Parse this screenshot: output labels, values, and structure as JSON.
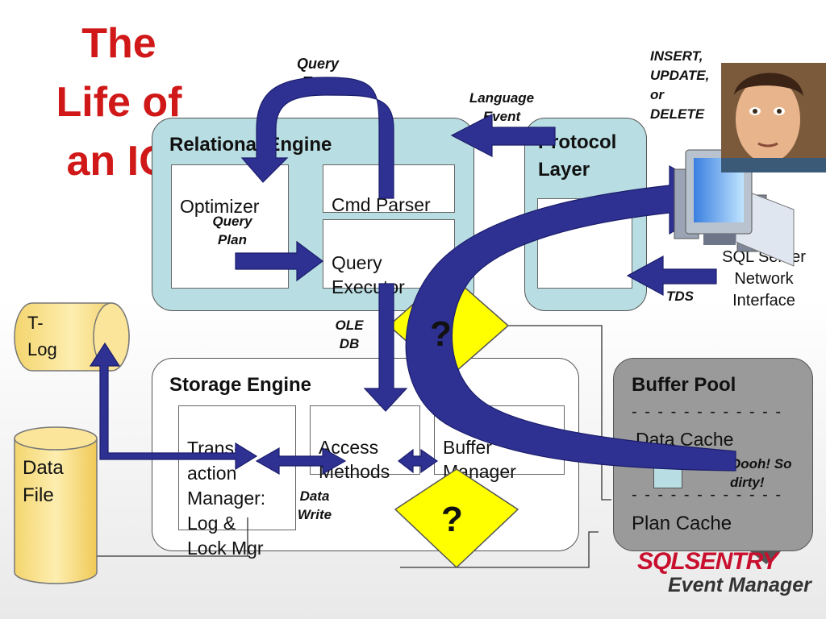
{
  "title": "The\nLife of\nan IO",
  "relational_engine": {
    "header": "Relational Engine",
    "optimizer": "Optimizer",
    "query_plan": "Query\nPlan",
    "cmd_parser": "Cmd Parser",
    "query_executor": "Query\nExecutor"
  },
  "protocol_layer": {
    "header": "Protocol\nLayer"
  },
  "storage_engine": {
    "header": "Storage Engine",
    "transaction_manager": "Trans-\naction\nManager:\nLog &\nLock Mgr",
    "access_methods": "Access\nMethods",
    "buffer_manager": "Buffer\nManager",
    "data_write": "Data\nWrite"
  },
  "buffer_pool": {
    "header": "Buffer Pool",
    "dashes": "- - - - - - - - - - - -",
    "data_cache": "Data Cache",
    "dirty_note": "Oooh! So\ndirty!",
    "plan_cache": "Plan Cache"
  },
  "labels": {
    "query_tree": "Query\nTree",
    "language_event": "Language\nEvent",
    "insert_update_delete": "INSERT,\nUPDATE,\nor\nDELETE",
    "sql_server_network_interface": "SQL Server\nNetwork\nInterface",
    "tds": "TDS",
    "ole_db": "OLE\nDB",
    "t_log": "T-\nLog",
    "data_file": "Data\nFile",
    "question_mark": "?"
  },
  "logo": {
    "line1": "SQLSENTRY",
    "line2": "Event Manager"
  },
  "colors": {
    "title": "#d01818",
    "panel_blue": "#b8dde2",
    "buffer_pool_gray": "#9a9a9a",
    "arrow_navy": "#2e3192",
    "diamond_yellow": "#ffff00",
    "cylinder_yellow": "#fce79a",
    "logo_red": "#c8102e"
  }
}
